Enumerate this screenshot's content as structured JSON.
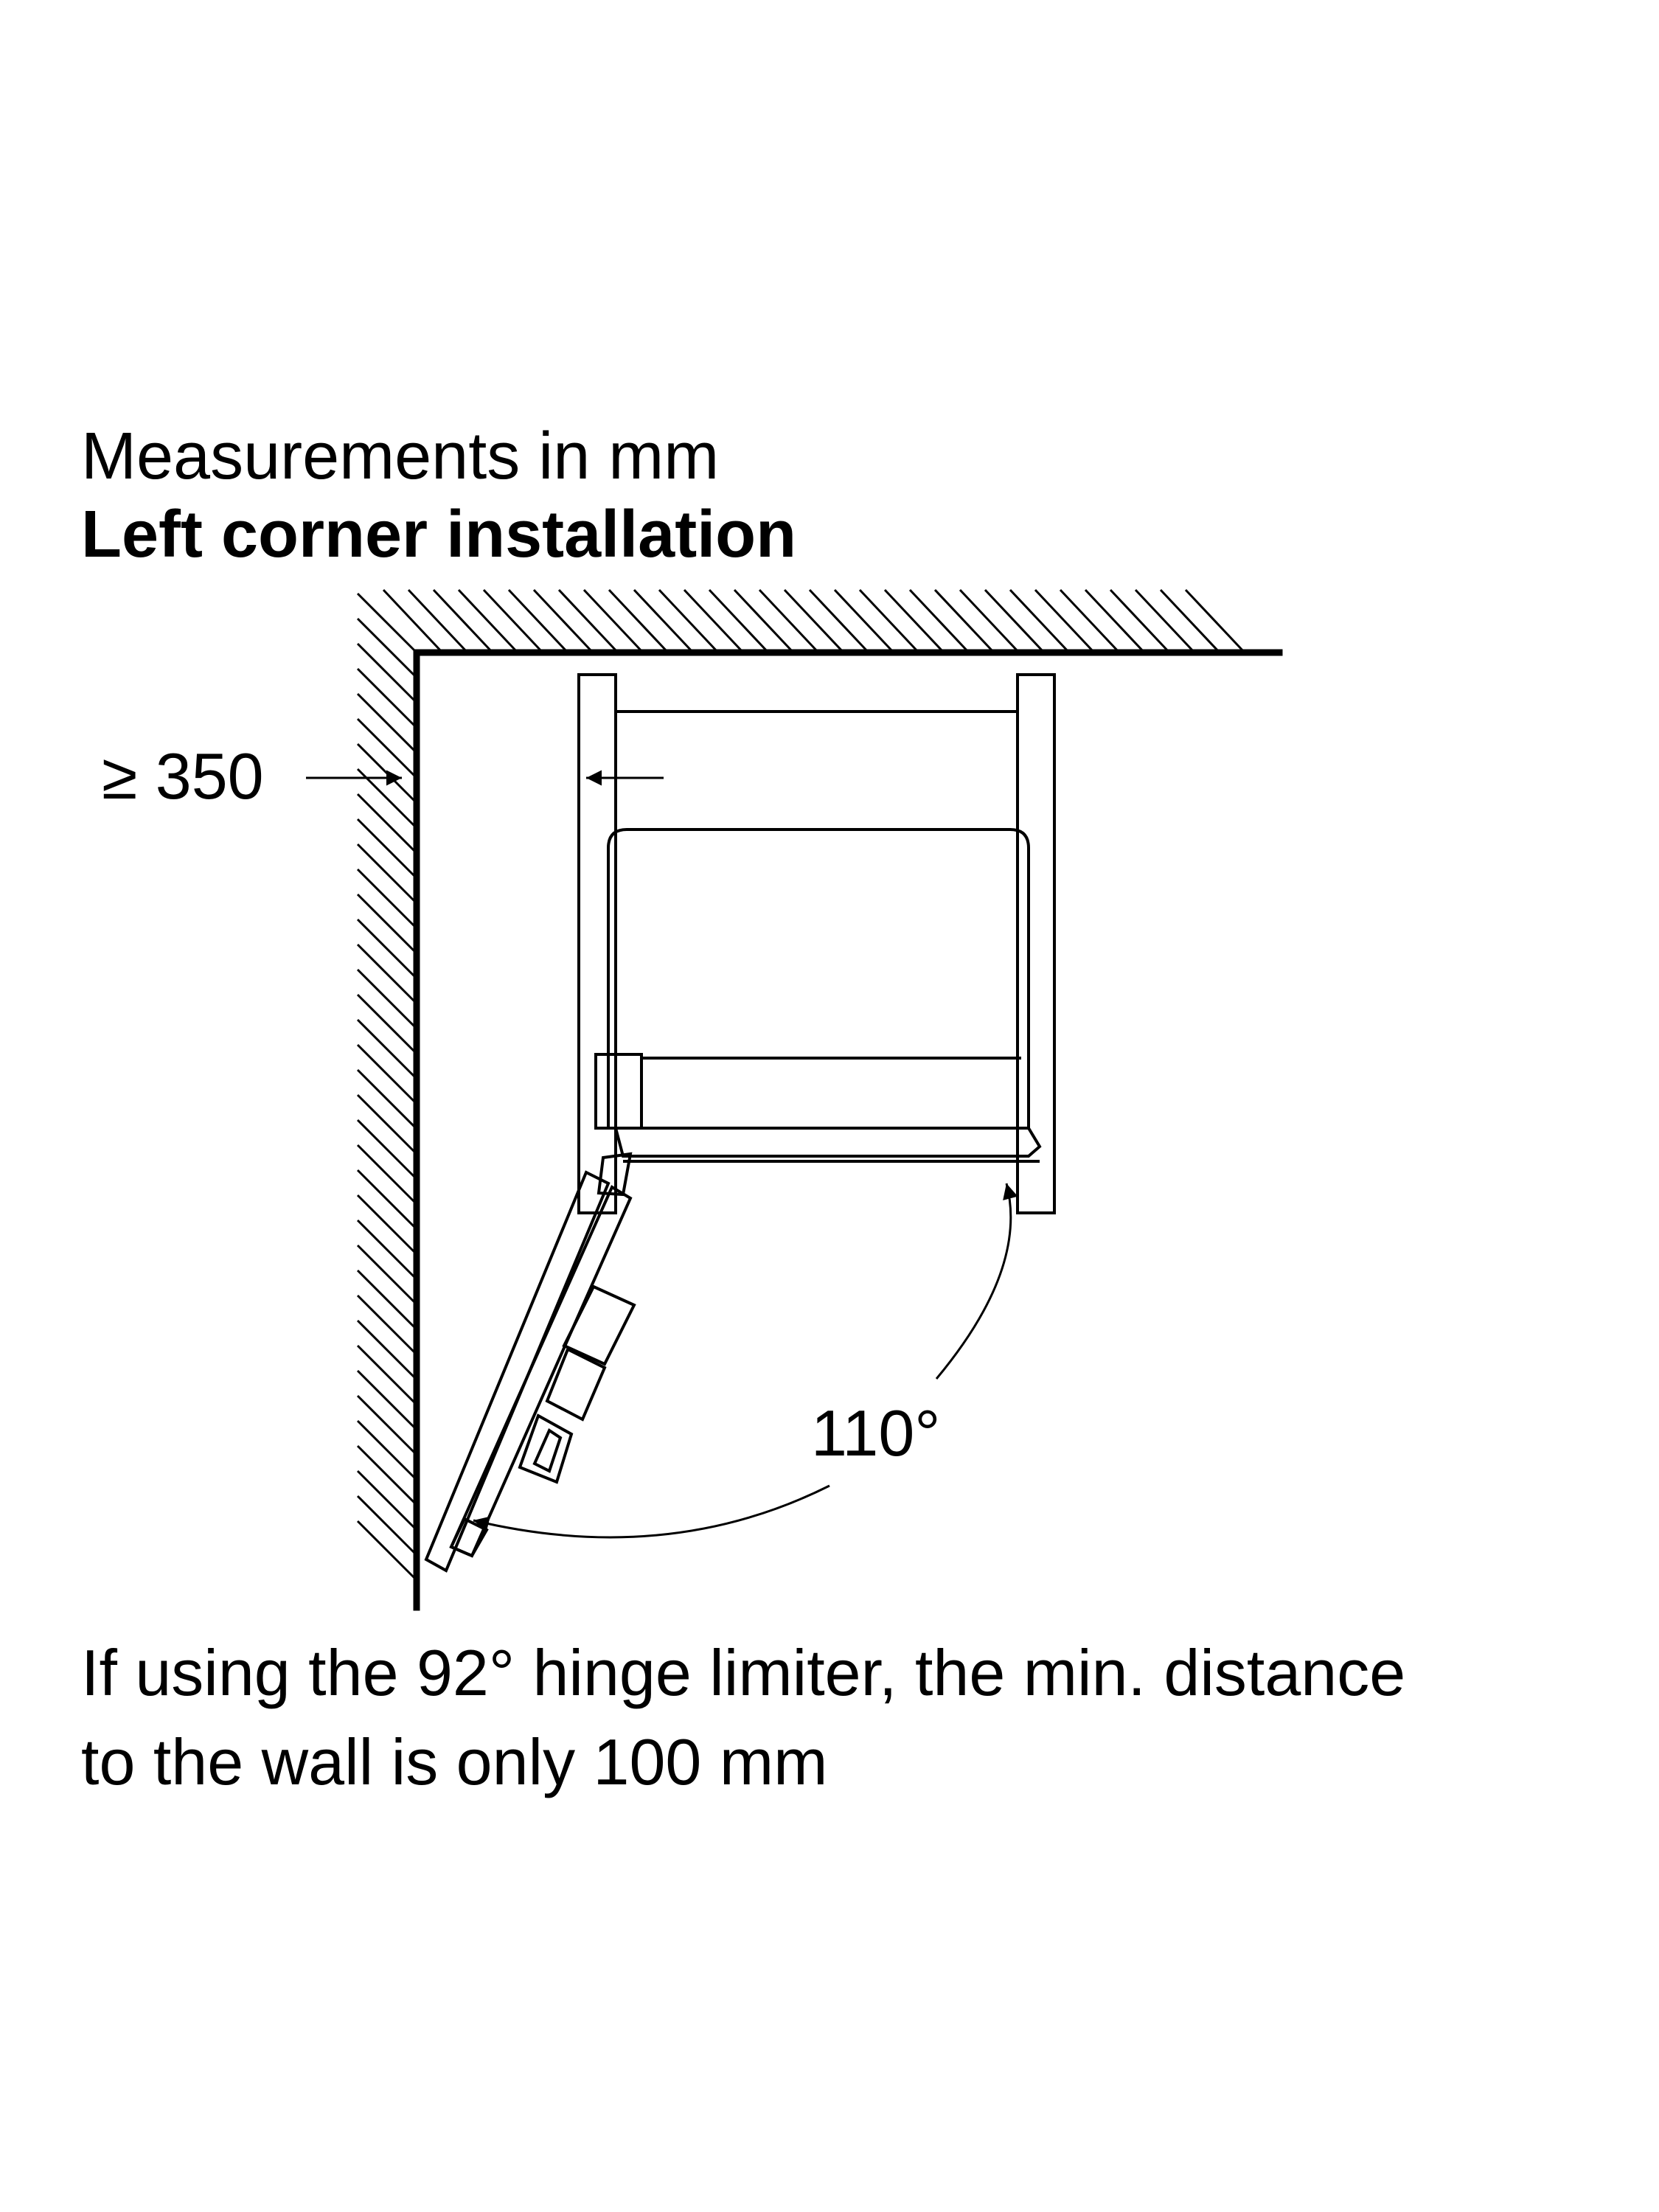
{
  "title": {
    "units_label": "Measurements in mm",
    "installation_label": "Left corner installation"
  },
  "dimensions": {
    "wall_distance_label": "≥ 350",
    "opening_angle_label": "110°"
  },
  "note": {
    "line_1": "If using the 92° hinge limiter, the min. distance",
    "line_2": "to the wall is only 100 mm"
  },
  "colors": {
    "line": "#000000",
    "background": "#ffffff"
  }
}
